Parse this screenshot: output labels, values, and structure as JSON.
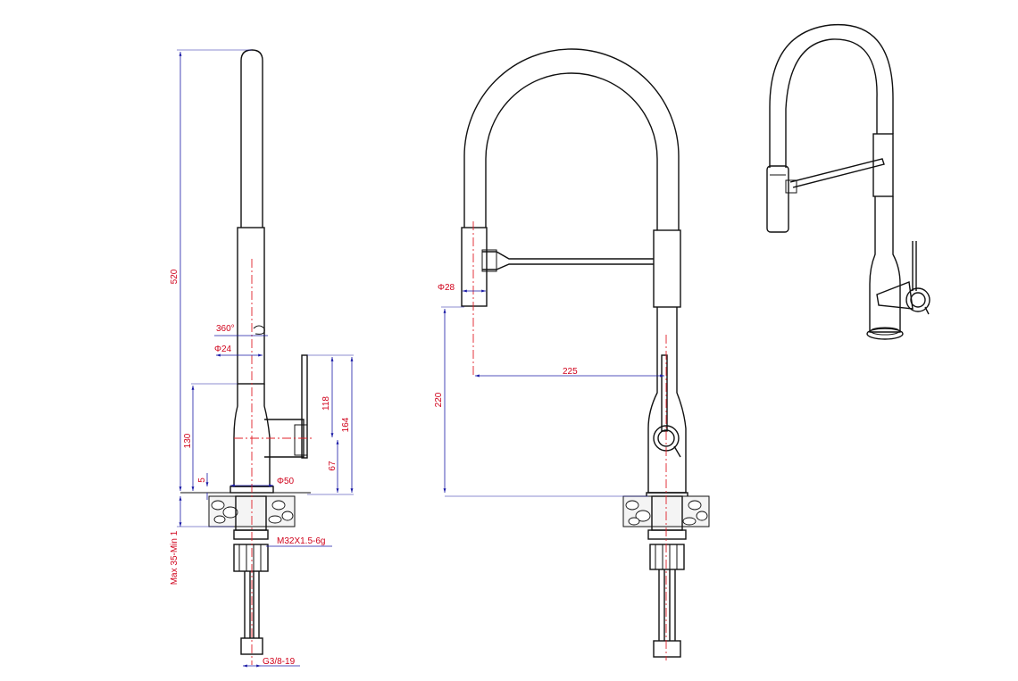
{
  "side_view": {
    "dim_height_total": "520",
    "dim_rotation": "360°",
    "dim_spout_dia": "Φ24",
    "dim_body_height": "130",
    "dim_lever_height": "118",
    "dim_total_lever": "164",
    "dim_lever_axis": "67",
    "dim_base_gap": "5",
    "dim_base_dia": "Φ50",
    "dim_thread": "M32X1.5-6g",
    "dim_deck": "Max 35-Min 1",
    "dim_hose": "G3/8-19"
  },
  "front_view": {
    "dim_head_dia": "Φ28",
    "dim_reach": "225",
    "dim_height": "220"
  },
  "colors": {
    "outline": "#111111",
    "dimension_line": "#1a1aa6",
    "dimension_text": "#d0021b",
    "centerline": "#e0202a"
  }
}
